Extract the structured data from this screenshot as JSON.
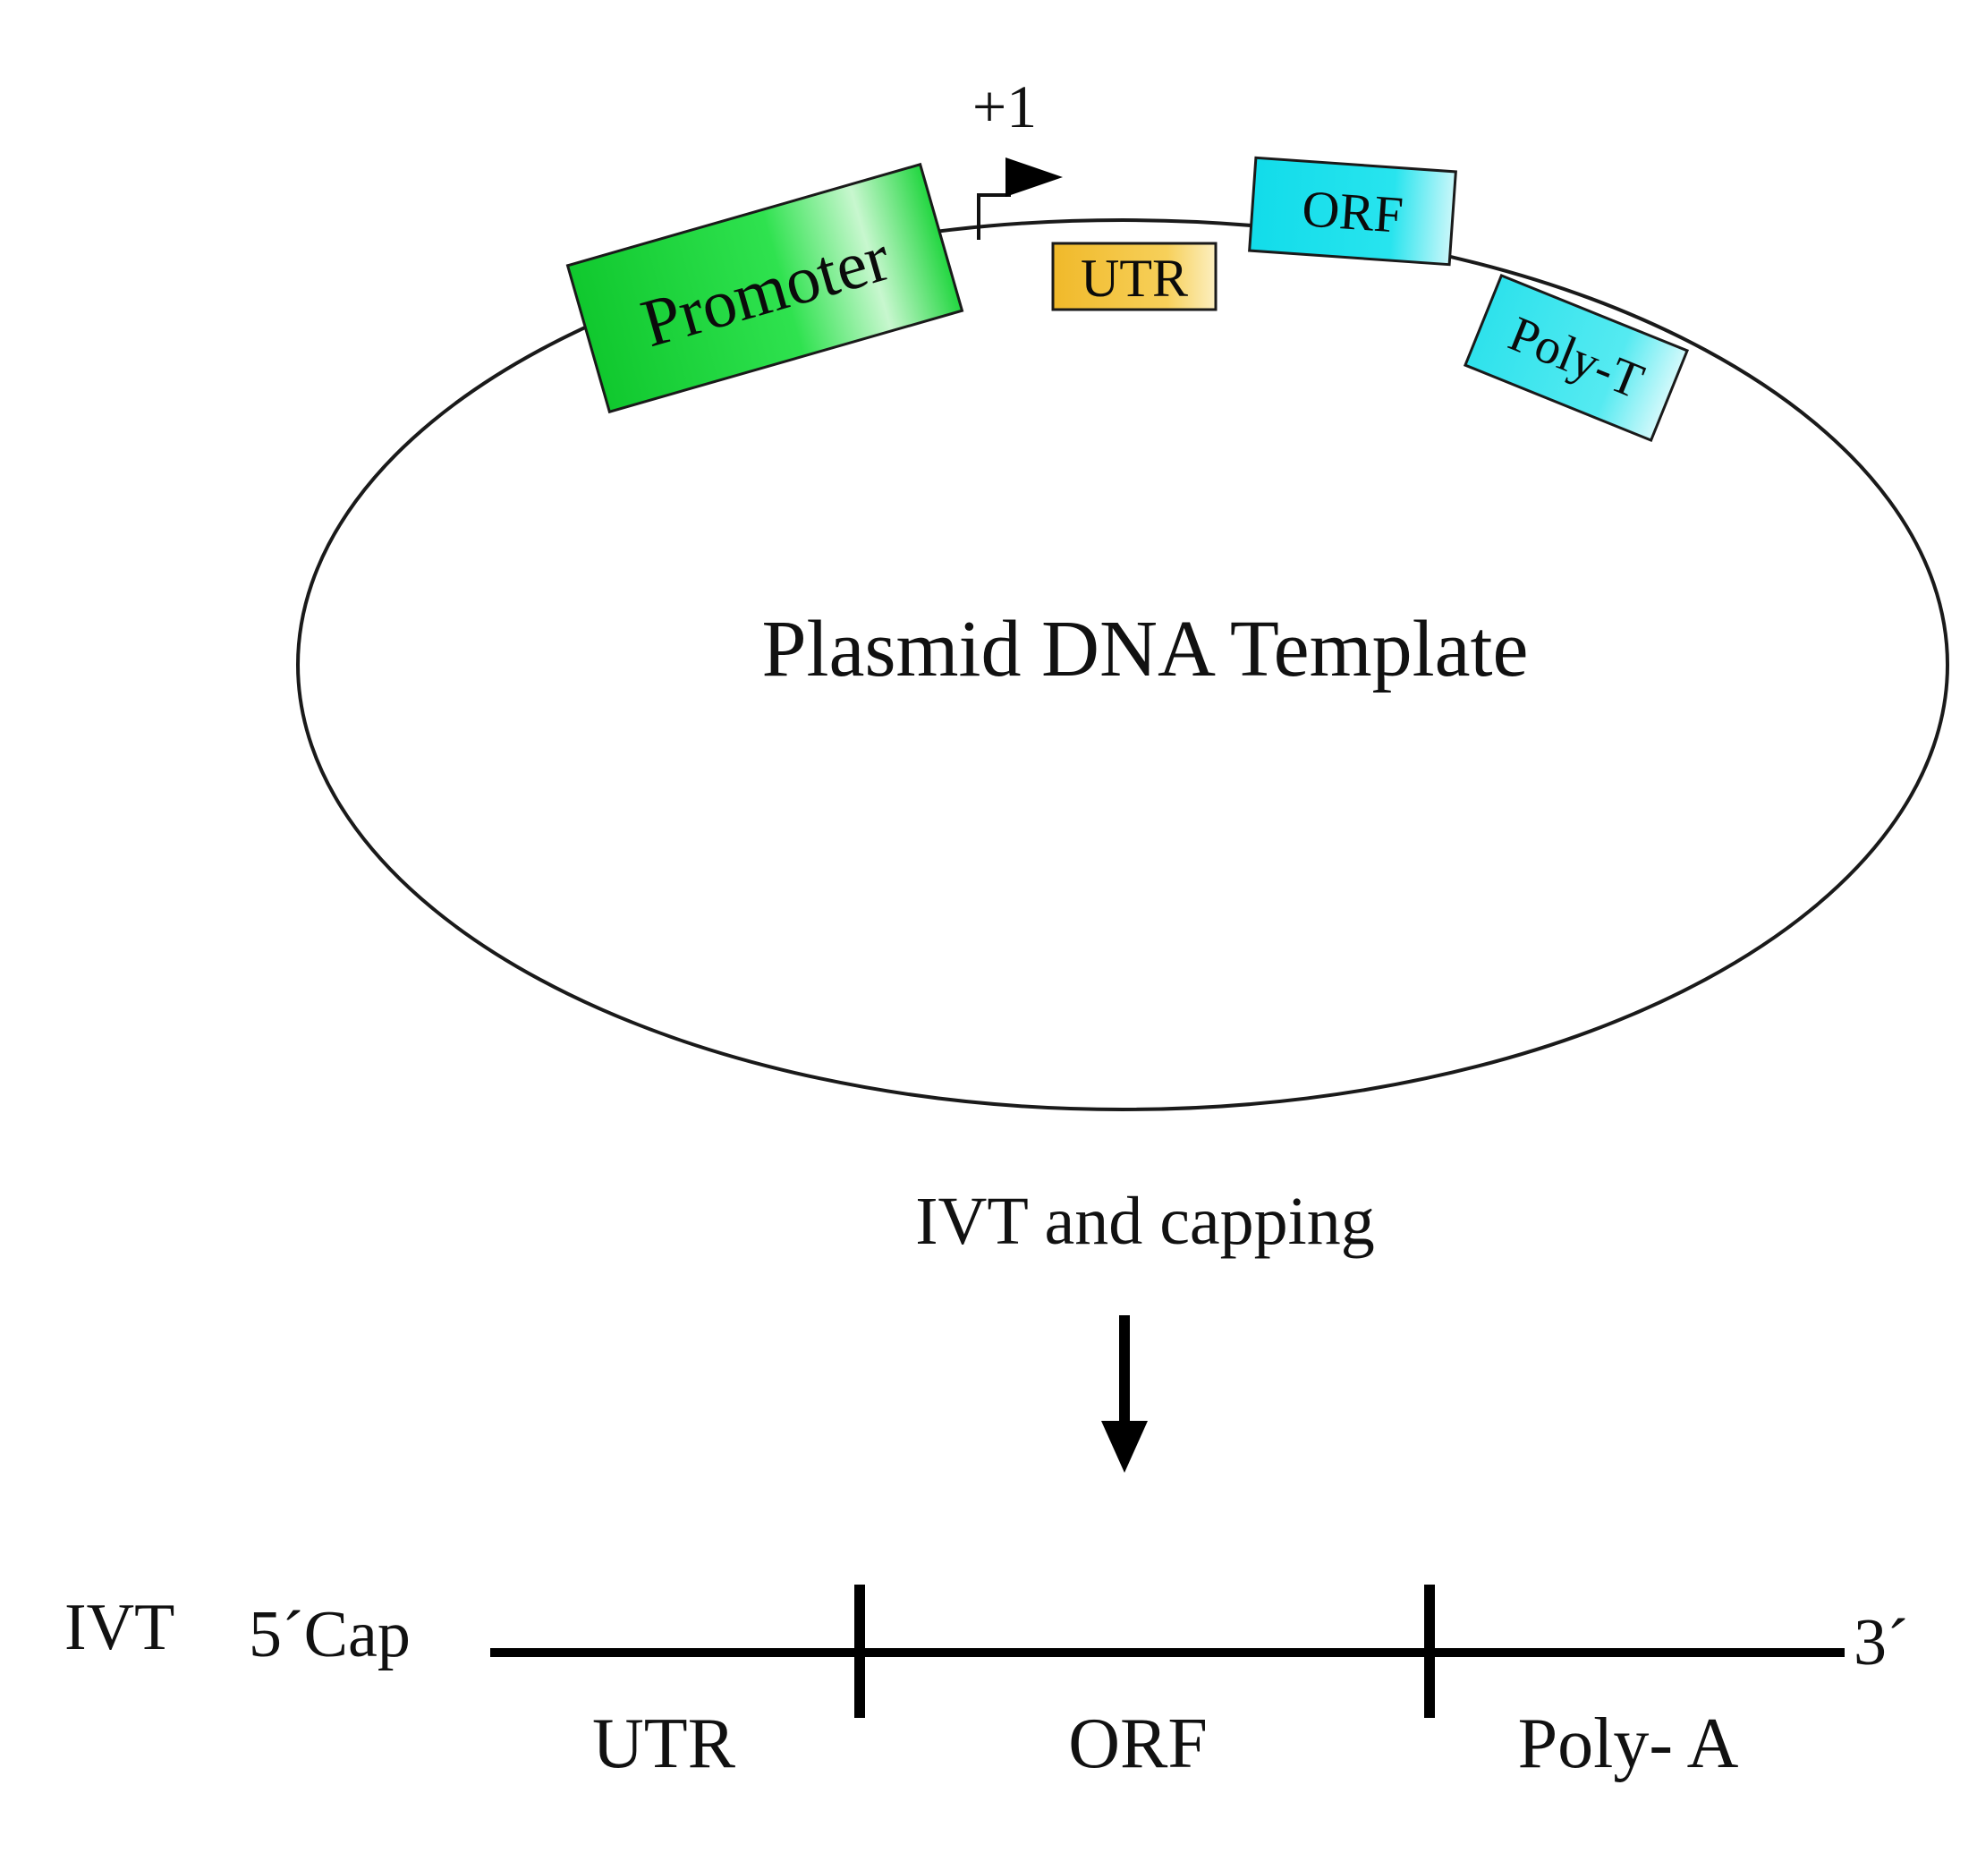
{
  "plasmid": {
    "label": "Plasmid DNA Template",
    "elements": {
      "promoter": {
        "label": "Promoter",
        "color": "#19d43c"
      },
      "utr": {
        "label": "UTR",
        "color": "#f5c842"
      },
      "orf": {
        "label": "ORF",
        "color": "#22e0ec"
      },
      "poly_t": {
        "label": "Poly-T",
        "color": "#38e6ee"
      }
    },
    "tss_label": "+1"
  },
  "step": {
    "label": "IVT and capping"
  },
  "mrna": {
    "row_label": "IVT",
    "five_prime": "5´Cap",
    "three_prime": "3´",
    "segments": [
      "UTR",
      "ORF",
      "Poly- A"
    ]
  }
}
